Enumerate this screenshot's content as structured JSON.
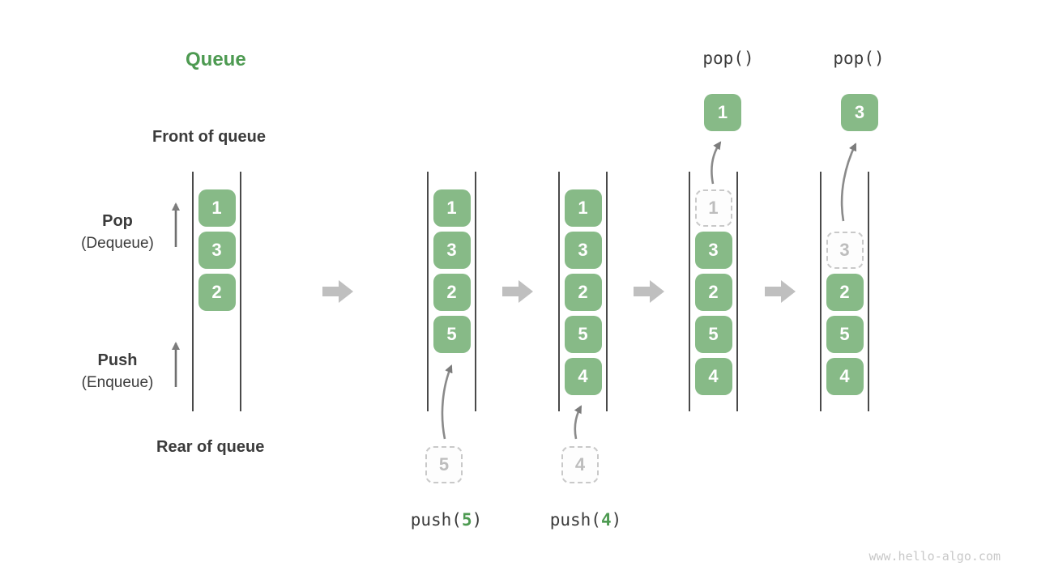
{
  "title": "Queue",
  "watermark": "www.hello-algo.com",
  "side_labels": {
    "front": "Front of queue",
    "rear": "Rear of queue",
    "pop": "Pop",
    "pop_sub": "(Dequeue)",
    "push": "Push",
    "push_sub": "(Enqueue)"
  },
  "colors": {
    "cell_green": "#87ba87",
    "accent_green": "#4d9a51",
    "text_dark": "#3b3b3b",
    "line_dark": "#4a4a4a",
    "ghost_border": "#c9c9c9",
    "ghost_text": "#bdbdbd",
    "curve_arrow": "#8a8a8a",
    "block_arrow": "#bfbfbf",
    "watermark_gray": "#c8c8c8"
  },
  "icons": {
    "stage_arrow": "right-block-arrow",
    "direction_arrow": "up-arrow"
  },
  "stages": [
    {
      "cells": [
        "1",
        "3",
        "2"
      ]
    },
    {
      "cells": [
        "1",
        "3",
        "2",
        "5"
      ],
      "incoming": "5",
      "op": {
        "prefix": "push(",
        "arg": "5",
        "suffix": ")"
      }
    },
    {
      "cells": [
        "1",
        "3",
        "2",
        "5",
        "4"
      ],
      "incoming": "4",
      "op": {
        "prefix": "push(",
        "arg": "4",
        "suffix": ")"
      }
    },
    {
      "ghost": "1",
      "cells": [
        "3",
        "2",
        "5",
        "4"
      ],
      "popped": "1",
      "op_label": "pop()"
    },
    {
      "ghost": "3",
      "cells": [
        "2",
        "5",
        "4"
      ],
      "popped": "3",
      "op_label": "pop()"
    }
  ]
}
